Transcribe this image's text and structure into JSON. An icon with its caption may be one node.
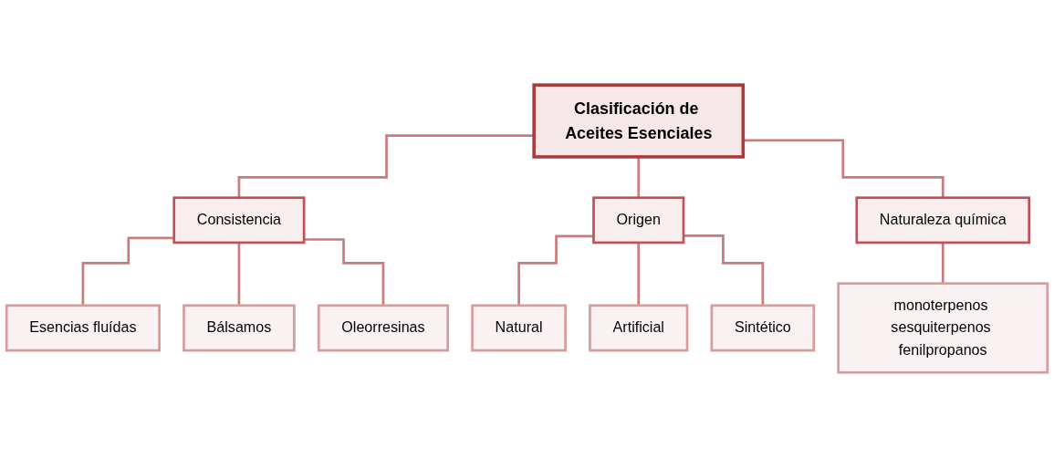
{
  "diagram": {
    "nodes": [
      {
        "text": [
          "Clasificación de Aceites Esenciales"
        ]
      },
      {
        "text": [
          "Consistencia"
        ]
      },
      {
        "text": [
          "Esencias fluídas"
        ]
      },
      {
        "text": [
          "Bálsamos"
        ]
      },
      {
        "text": [
          "Oleorresinas"
        ]
      },
      {
        "text": [
          "Origen"
        ]
      },
      {
        "text": [
          "Natural"
        ]
      },
      {
        "text": [
          "Artificial"
        ]
      },
      {
        "text": [
          "Sintético"
        ]
      },
      {
        "text": [
          "Naturaleza química"
        ]
      },
      {
        "text": [
          "monoterpenos sesquiterpenos fenilpropanos"
        ]
      }
    ],
    "edges": [
      {
        "from": 0,
        "to": 1,
        "arrow": "none"
      },
      {
        "from": 0,
        "to": 5,
        "arrow": "none"
      },
      {
        "from": 0,
        "to": 9,
        "arrow": "none"
      },
      {
        "from": 1,
        "to": 2,
        "arrow": "none"
      },
      {
        "from": 1,
        "to": 3,
        "arrow": "none"
      },
      {
        "from": 1,
        "to": 4,
        "arrow": "none"
      },
      {
        "from": 5,
        "to": 6,
        "arrow": "none"
      },
      {
        "from": 5,
        "to": 7,
        "arrow": "none"
      },
      {
        "from": 5,
        "to": 8,
        "arrow": "none"
      },
      {
        "from": 9,
        "to": 10,
        "arrow": "none"
      }
    ]
  }
}
